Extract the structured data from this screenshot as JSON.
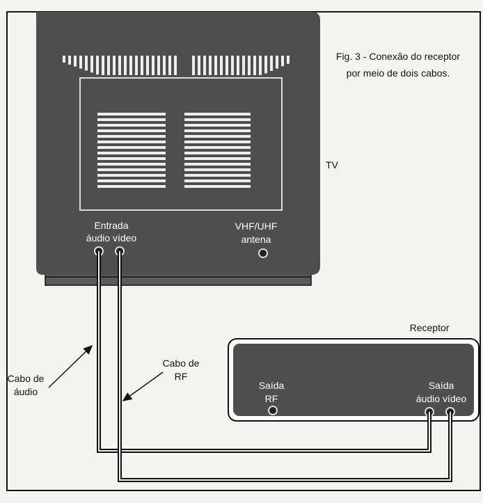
{
  "caption": {
    "line1": "Fig. 3 - Conexão do receptor",
    "line2": "por meio de dois cabos."
  },
  "tv": {
    "label": "TV",
    "input_label_1": "Entrada",
    "input_label_2": "áudio vídeo",
    "antenna_label_1": "VHF/UHF",
    "antenna_label_2": "antena"
  },
  "receiver": {
    "label": "Receptor",
    "rf_out_1": "Saída",
    "rf_out_2": "RF",
    "av_out_1": "Saída",
    "av_out_2": "áudio vídeo"
  },
  "callouts": {
    "audio_cable_1": "Cabo de",
    "audio_cable_2": "áudio",
    "rf_cable_1": "Cabo de",
    "rf_cable_2": "RF"
  },
  "colors": {
    "device": "#4e4e4e",
    "line": "#111111",
    "paper": "#f4f4f2"
  }
}
